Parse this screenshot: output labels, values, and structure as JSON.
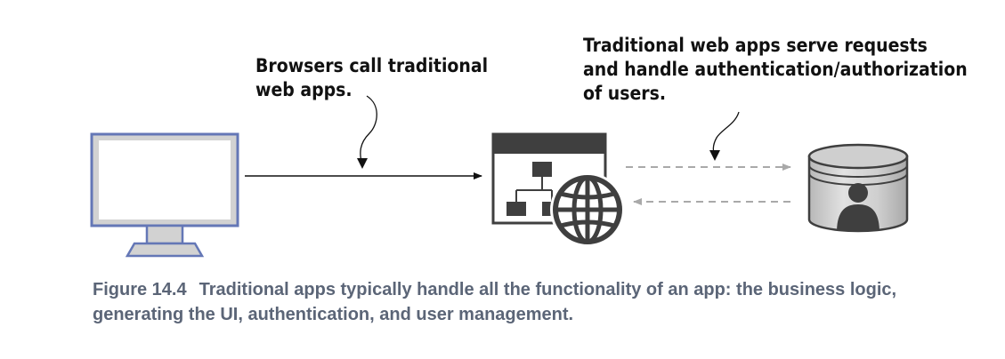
{
  "annotations": {
    "browser_call": {
      "lines": [
        "Browsers call traditional",
        "web apps."
      ]
    },
    "server_role": {
      "lines": [
        "Traditional web apps serve requests",
        "and handle authentication/authorization",
        "of users."
      ]
    }
  },
  "nodes": {
    "browser": {
      "icon": "monitor-icon"
    },
    "web_app": {
      "icon": "web-app-globe-icon"
    },
    "user_store": {
      "icon": "user-database-icon"
    }
  },
  "colors": {
    "monitor_frame": "#6477b6",
    "monitor_screen": "#d2d2d2",
    "dark_icon": "#3f3f3f",
    "dashed_arrow": "#a9a9a9",
    "caption_text": "#5b6577"
  },
  "caption": {
    "number": "Figure 14.4",
    "text": "Traditional apps typically handle all the functionality of an app: the business logic, generating the UI, authentication, and user management."
  }
}
